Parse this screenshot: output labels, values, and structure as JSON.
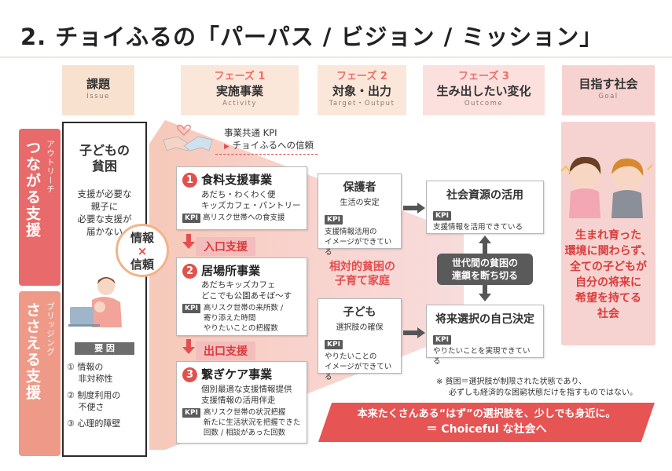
{
  "title": "2. チョイふるの「パーパス / ビジョン / ミッション」",
  "headers": [
    {
      "phase": "",
      "jp": "課題",
      "en": "Issue"
    },
    {
      "phase": "フェーズ 1",
      "jp": "実施事業",
      "en": "Activity"
    },
    {
      "phase": "フェーズ 2",
      "jp": "対象・出力",
      "en": "Target・Output"
    },
    {
      "phase": "フェーズ 3",
      "jp": "生み出したい変化",
      "en": "Outcome"
    },
    {
      "phase": "",
      "jp": "目指す社会",
      "en": "Goal"
    }
  ],
  "rows": {
    "top": {
      "big": "つながる支援",
      "small": "アウトリーチ"
    },
    "bottom": {
      "big": "ささえる支援",
      "small": "ブリッジング"
    }
  },
  "issue": {
    "heading_l1": "子どもの",
    "heading_l2": "貧困",
    "lines": [
      "支援が必要な",
      "親子に",
      "必要な支援が",
      "届かない"
    ],
    "factor_label": "要 因",
    "factors": [
      "① 情報の",
      "　 非対称性",
      "② 制度利用の",
      "　 不便さ",
      "③ 心理的障壁"
    ]
  },
  "info_trust": {
    "l1": "情報",
    "l2": "×",
    "l3": "信頼"
  },
  "common_kpi": {
    "l1": "事業共通 KPI",
    "l2": "チョイふるへの信頼"
  },
  "activities": [
    {
      "num": "1",
      "title": "食料支援事業",
      "desc": [
        "あだち・わくわく便",
        "キッズカフェ・パントリー"
      ],
      "kpi_label": "KPI",
      "kpi": [
        "高リスク世帯への食支援"
      ]
    },
    {
      "num": "2",
      "title": "居場所事業",
      "desc": [
        "あだちキッズカフェ",
        "どこでも公園あそぼ～す"
      ],
      "kpi_label": "KPI",
      "kpi": [
        "高リスク世帯の来所数 /",
        "寄り添えた時間",
        "やりたいことの把握数"
      ]
    },
    {
      "num": "3",
      "title": "繋ぎケア事業",
      "desc": [
        "個別最適な支援情報提供",
        "支援情報の活用伴走"
      ],
      "kpi_label": "KPI",
      "kpi": [
        "高リスク世帯の状況把握",
        "新たに生活状況を把握できた",
        "回数 / 相談があった回数"
      ]
    }
  ],
  "entry_support": "入口支援",
  "exit_support": "出口支援",
  "relative_poverty": {
    "l1": "相対的貧困の",
    "l2": "子育て家庭"
  },
  "targets": [
    {
      "title": "保護者",
      "sub": "生活の安定",
      "kpi_label": "KPI",
      "kpi": [
        "支援情報活用の",
        "イメージができている"
      ]
    },
    {
      "title": "子ども",
      "sub": "選択肢の確保",
      "kpi_label": "KPI",
      "kpi": [
        "やりたいことの",
        "イメージができている"
      ]
    }
  ],
  "outcomes": [
    {
      "title": "社会資源の活用",
      "kpi_label": "KPI",
      "kpi": "支援情報を活用できている"
    },
    {
      "title": "将来選択の自己決定",
      "kpi_label": "KPI",
      "kpi": "やりたいことを実現できている"
    }
  ],
  "chain": {
    "l1": "世代間の貧困の",
    "l2": "連鎖を断ち切る"
  },
  "goal": {
    "lines": [
      "生まれ育った",
      "環境に関わらず、",
      "全ての子どもが",
      "自分の将来に",
      "希望を持てる",
      "社会"
    ]
  },
  "note": {
    "l1": "※ 貧困＝選択肢が制限された状態であり、",
    "l2": "必ずしも経済的な困窮状態だけを指すものではない。"
  },
  "banner": {
    "l1": "本来たくさんある“はず”の選択肢を、少しでも身近に。",
    "l2": "＝ Choiceful な社会へ"
  },
  "colors": {
    "accent": "#e34e4e",
    "pink": "#f6d2cc",
    "beige": "#f8e3d3",
    "goalbg": "#f6d3d0",
    "row1": "#e86a6a",
    "row2": "#ef9a88"
  }
}
